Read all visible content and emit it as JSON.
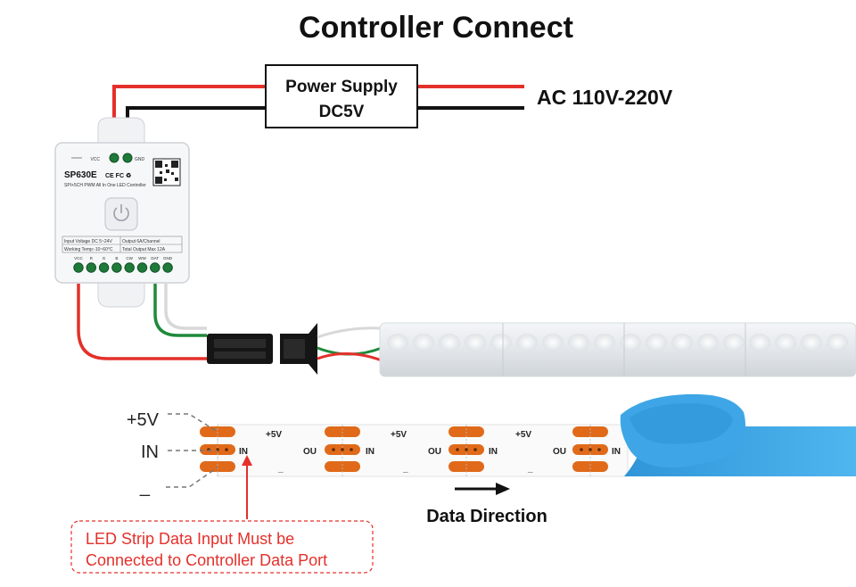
{
  "title": "Controller Connect",
  "power_supply": {
    "line1": "Power Supply",
    "line2": "DC5V"
  },
  "ac_label": "AC 110V-220V",
  "controller": {
    "model": "SP630E",
    "subtitle": "SPI+5CH PWM All In One LED Controller",
    "top_pins": [
      "VCC",
      "GND"
    ],
    "spec_rows": [
      [
        "Input Voltage DC 5~24V",
        "Output 6A/Channel"
      ],
      [
        "Working Temp:-10~60°C",
        "Total Output Max 12A"
      ]
    ],
    "bottom_pins": [
      "VCC",
      "R",
      "G",
      "B",
      "CW",
      "WW",
      "DAT",
      "GND"
    ]
  },
  "strip_labels": {
    "plus5v": "+5V",
    "in": "IN",
    "minus": "_"
  },
  "pcb_labels": {
    "plus": "+5V",
    "in": "IN",
    "out": "OU",
    "minus": "_"
  },
  "data_direction": "Data Direction",
  "note": {
    "line1": "LED Strip Data Input Must be",
    "line2": "Connected to Controller Data Port"
  },
  "colors": {
    "wire_red": "#e4302b",
    "wire_black": "#111111",
    "wire_green": "#1f8a3a",
    "wire_white": "#d8d8d8",
    "tape_blue": "#3ea6e6",
    "pad_orange": "#e06a1a",
    "note_red": "#e4302b"
  }
}
